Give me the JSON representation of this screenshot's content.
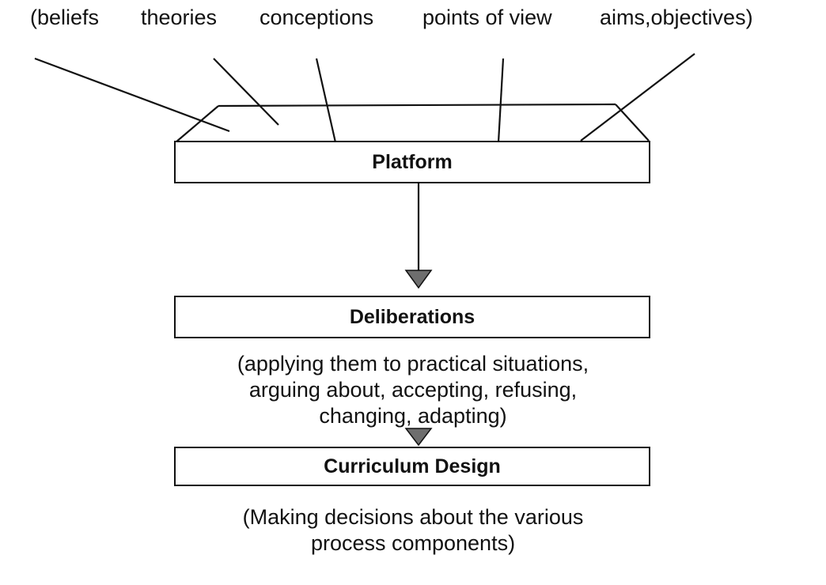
{
  "top_labels": {
    "beliefs": "(beliefs",
    "theories": "theories",
    "conceptions": "conceptions",
    "points_of_view": "points of view",
    "aims": "aims,objectives)"
  },
  "boxes": {
    "platform": "Platform",
    "deliberations": "Deliberations",
    "curriculum_design": "Curriculum Design"
  },
  "captions": {
    "deliberations_note": [
      "(applying them to practical situations,",
      "arguing about, accepting, refusing,",
      "changing, adapting)"
    ],
    "design_note": [
      "(Making decisions about the various",
      "process components)"
    ]
  },
  "colors": {
    "ink": "#111111",
    "arrowhead": "#6e6e6e",
    "background": "#ffffff"
  }
}
